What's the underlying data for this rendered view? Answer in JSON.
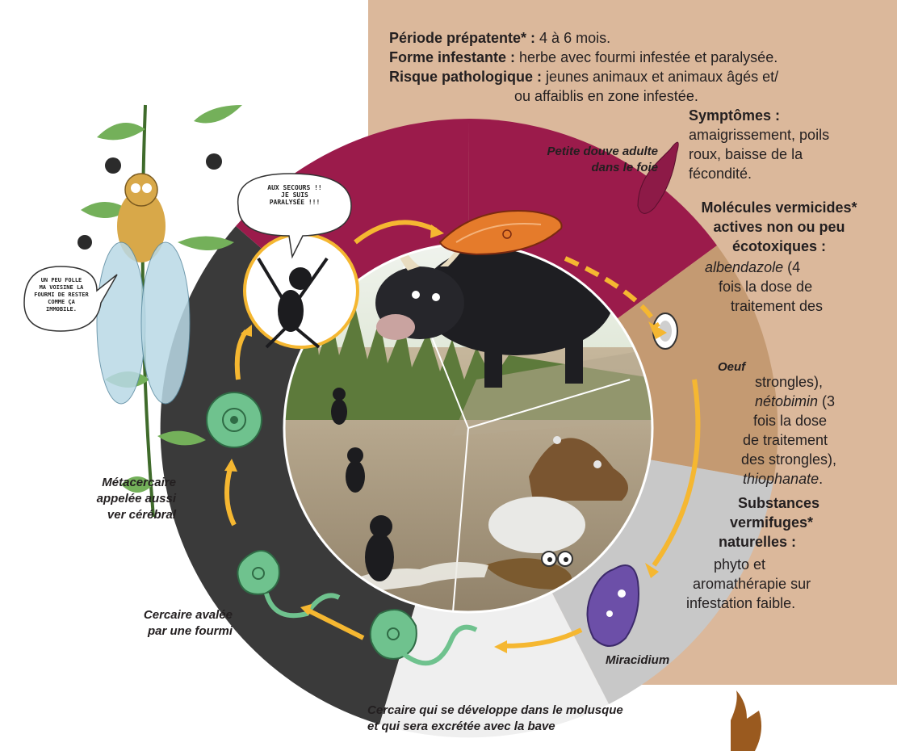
{
  "info": {
    "prepatent_label": "Période prépatente* :",
    "prepatent_value": " 4 à 6 mois.",
    "infestant_label": "Forme infestante :",
    "infestant_value": " herbe avec fourmi infestée et paralysée.",
    "risk_label": "Risque pathologique :",
    "risk_value_1": " jeunes animaux et animaux âgés et/",
    "risk_value_2": "ou affaiblis en zone infestée.",
    "symptoms_label": "Symptômes :",
    "symptoms_lines": [
      "amaigrissement, poils",
      "roux, baisse de la",
      "fécondité."
    ],
    "molecules_label_lines": [
      "Molécules vermicides*",
      "actives non ou peu",
      "écotoxiques :"
    ],
    "mol_line1": "albendazole",
    "mol_line1_rest": " (4",
    "mol_line2": "fois la dose de",
    "mol_line3": "traitement des",
    "mol_line4": "strongles),",
    "mol_line5": "nétobimin",
    "mol_line5_rest": " (3",
    "mol_line6": "fois la dose",
    "mol_line7": "de traitement",
    "mol_line8": "des strongles),",
    "mol_line9": "thiophanate",
    "mol_line9_rest": ".",
    "natural_label_lines": [
      "Substances",
      "vermifuges*",
      "naturelles :"
    ],
    "natural_lines": [
      "phyto et",
      "aromathérapie sur",
      "infestation faible."
    ]
  },
  "labels": {
    "adult": [
      "Petite douve adulte",
      "dans le foie"
    ],
    "egg": "Oeuf",
    "miracidium": "Miracidium",
    "cercaire_mollusc": [
      "Cercaire qui se développe dans le molusque",
      "et qui sera excrétée avec la bave"
    ],
    "cercaire_ant": [
      "Cercaire avalée",
      "par une fourmi"
    ],
    "metacercaire": [
      "Métacercaire",
      "appelée aussi",
      "ver cérébral"
    ]
  },
  "bubbles": {
    "ant_bubble": [
      "AUX SECOURS !!",
      "JE SUIS",
      "PARALYSÉE !!!"
    ],
    "insect_bubble": [
      "UN PEU FOLLE",
      "MA VOISINE LA",
      "FOURMI DE RESTER",
      "COMME ÇA",
      "IMMOBILE."
    ]
  },
  "colors": {
    "panel": "#dbb89b",
    "ring_crimson": "#9b1b4b",
    "ring_tan": "#c49a72",
    "ring_grey": "#c8c8c8",
    "ring_dark": "#3a3a3a",
    "ring_white": "#efefef",
    "arrow": "#f5b731"
  }
}
